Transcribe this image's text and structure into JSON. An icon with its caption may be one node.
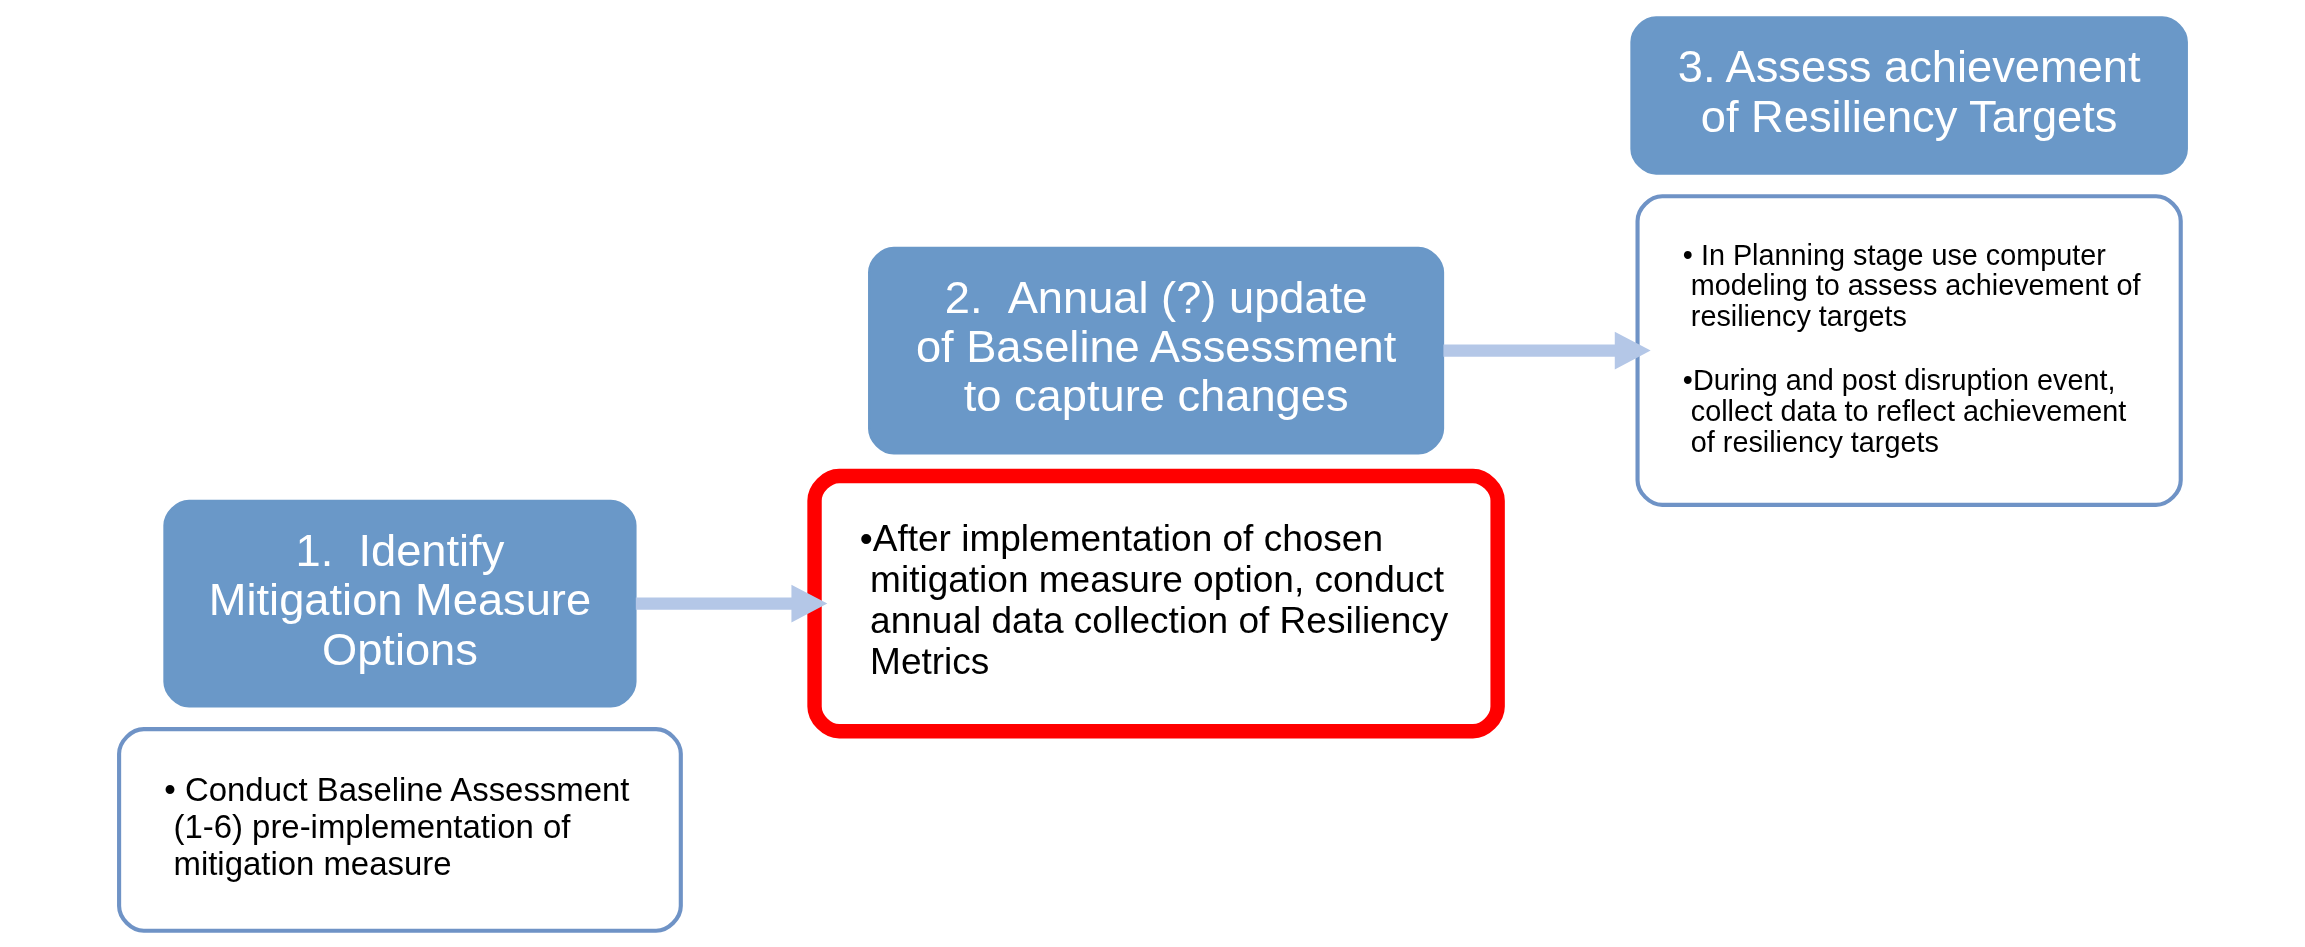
{
  "diagram": {
    "nodes": [
      {
        "text": [
          "• Conduct Baseline Assessment (1-6) pre-implementation of mitigation measure"
        ]
      },
      {
        "text": [
          "1.  Identify Mitigation Measure Options"
        ]
      },
      {
        "text": [
          "•After implementation of chosen mitigation measure option, conduct annual data collection of Resiliency Metrics"
        ]
      },
      {
        "text": [
          "2.  Annual (?) update of Baseline Assessment to capture changes"
        ]
      },
      {
        "text": [
          "• In Planning stage use computer modeling to assess achievement of resiliency targets",
          "•During and post disruption event, collect data to reflect achievement of resiliency targets"
        ]
      },
      {
        "text": [
          "3. Assess achievement of Resiliency Targets"
        ]
      }
    ],
    "edges": [
      {
        "from": 1,
        "to": 2,
        "arrow": "to"
      },
      {
        "from": 3,
        "to": 4,
        "arrow": "to"
      }
    ]
  }
}
